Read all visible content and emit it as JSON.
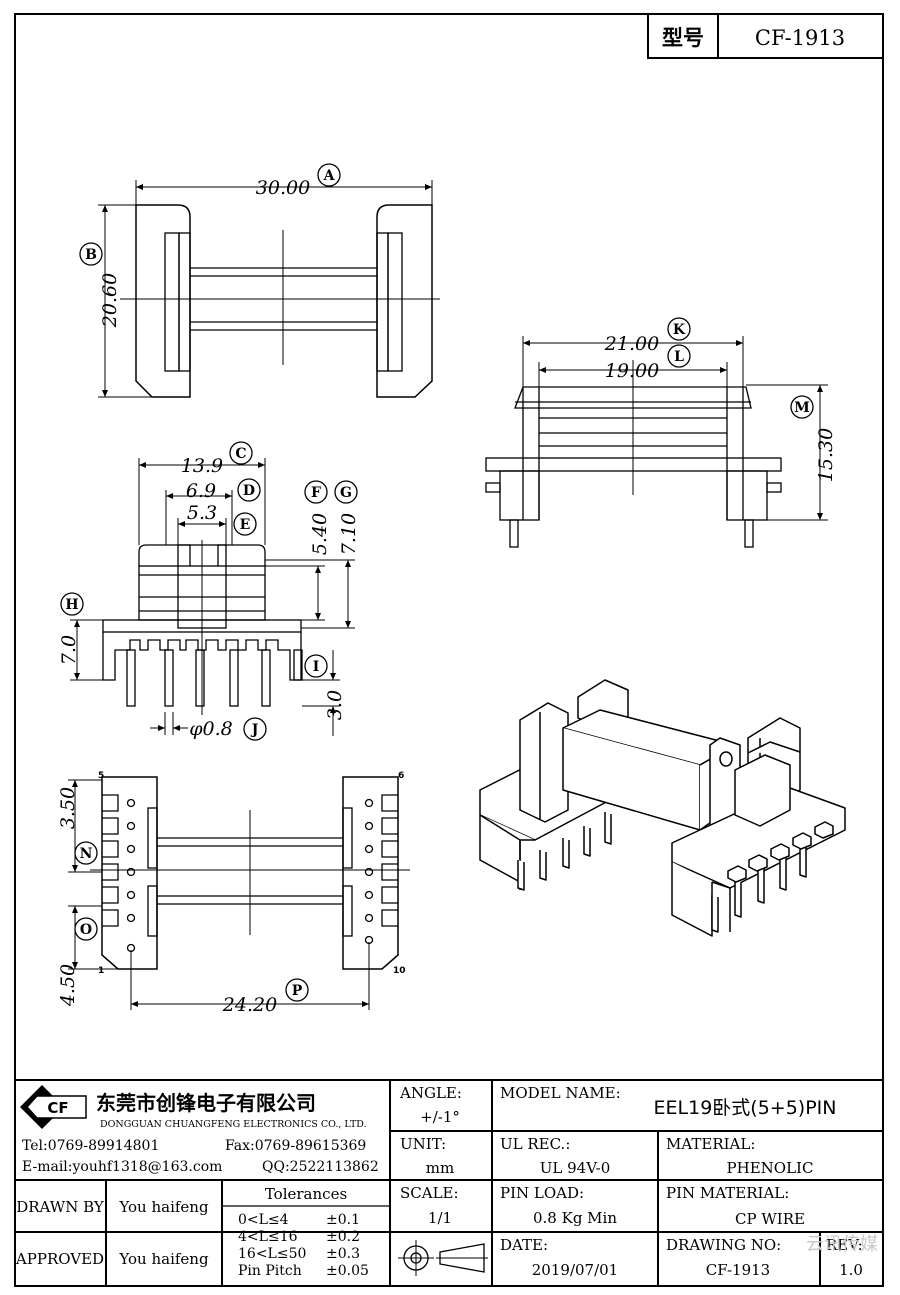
{
  "header": {
    "label_cn": "型号",
    "model_code": "CF-1913"
  },
  "dims": {
    "a_val": "30.00",
    "a_tag": "A",
    "b_val": "20.60",
    "b_tag": "B",
    "c_val": "13.9",
    "c_tag": "C",
    "d_val": "6.9",
    "d_tag": "D",
    "e_val": "5.3",
    "e_tag": "E",
    "f_val": "5.40",
    "f_tag": "F",
    "g_val": "7.10",
    "g_tag": "G",
    "h_val": "7.0",
    "h_tag": "H",
    "i_val": "3.0",
    "i_tag": "I",
    "j_val": "φ0.8",
    "j_tag": "J",
    "k_val": "21.00",
    "k_tag": "K",
    "l_val": "19.00",
    "l_tag": "L",
    "m_val": "15.30",
    "m_tag": "M",
    "n_val": "3.50",
    "n_tag": "N",
    "o_val": "4.50",
    "o_tag": "O",
    "p_val": "24.20",
    "p_tag": "P"
  },
  "pins": {
    "p5": "5",
    "p6": "6",
    "p1": "1",
    "p10": "10"
  },
  "company": {
    "logo": "CF",
    "name_cn": "东莞市创锋电子有限公司",
    "name_en": "DONGGUAN CHUANGFENG ELECTRONICS CO., LTD.",
    "tel": "Tel:0769-89914801",
    "fax": "Fax:0769-89615369",
    "email": "E-mail:youhf1318@163.com",
    "qq": "QQ:2522113862"
  },
  "title_block": {
    "angle_label": "ANGLE:",
    "angle_value": "+/-1°",
    "model_label": "MODEL NAME:",
    "model_value": "EEL19卧式(5+5)PIN",
    "unit_label": "UNIT:",
    "unit_value": "mm",
    "ul_label": "UL REC.:",
    "ul_value": "UL 94V-0",
    "material_label": "MATERIAL:",
    "material_value": "PHENOLIC",
    "drawn_label": "DRAWN BY",
    "drawn_value": "You haifeng",
    "approved_label": "APPROVED",
    "approved_value": "You haifeng",
    "tol_title": "Tolerances",
    "tol_rows": [
      {
        "range": "0<L≤4",
        "value": "±0.1"
      },
      {
        "range": "4<L≤16",
        "value": "±0.2"
      },
      {
        "range": "16<L≤50",
        "value": "±0.3"
      },
      {
        "range": "Pin Pitch",
        "value": "±0.05"
      }
    ],
    "scale_label": "SCALE:",
    "scale_value": "1/1",
    "pinload_label": "PIN LOAD:",
    "pinload_value": "0.8 Kg Min",
    "pinmat_label": "PIN MATERIAL:",
    "pinmat_value": "CP WIRE",
    "date_label": "DATE:",
    "date_value": "2019/07/01",
    "drawno_label": "DRAWING NO:",
    "drawno_value": "CF-1913",
    "rev_label": "REV:",
    "rev_value": "1.0",
    "watermark": "云讯传媒"
  }
}
